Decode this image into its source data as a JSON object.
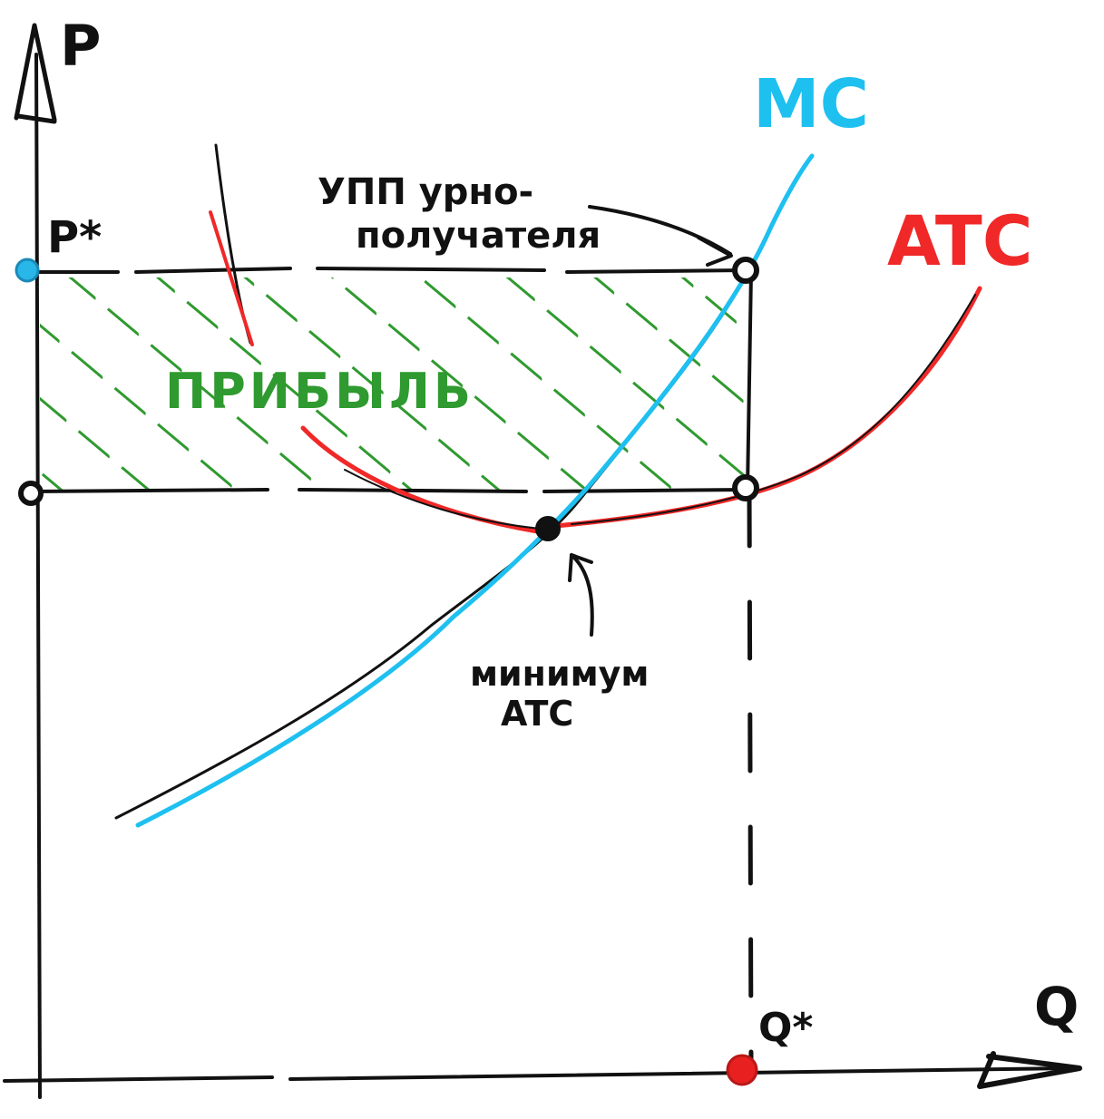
{
  "axes": {
    "y_label": "P",
    "x_label": "Q",
    "price_label": "P*",
    "quantity_label": "Q*"
  },
  "curves": {
    "mc_label": "MC",
    "atc_label": "ATC"
  },
  "annotations": {
    "profit_label": "ПРИБЫЛЬ",
    "profit_max_line1": "УПП урно-",
    "profit_max_line2": "получателя",
    "min_atc_line1": "минимум",
    "min_atc_line2": "ATC"
  },
  "colors": {
    "mc": "#1ec0f0",
    "atc": "#f02828",
    "profit": "#2f9a2f",
    "ink": "#111111",
    "price_dot": "#29b6e8",
    "quantity_dot": "#e82020"
  }
}
